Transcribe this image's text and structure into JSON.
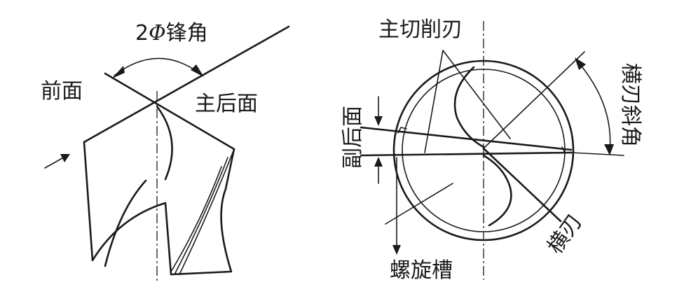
{
  "left_view": {
    "angle_prefix": "2",
    "angle_symbol": "Φ",
    "angle_label": "锋角",
    "front_face_label": "前面",
    "main_flank_label": "主后面"
  },
  "right_view": {
    "main_edge_label": "主切削刃",
    "secondary_flank_label": "副后面",
    "chisel_angle_label": "横刃斜角",
    "flute_label": "螺旋槽",
    "chisel_edge_label": "横刃"
  }
}
